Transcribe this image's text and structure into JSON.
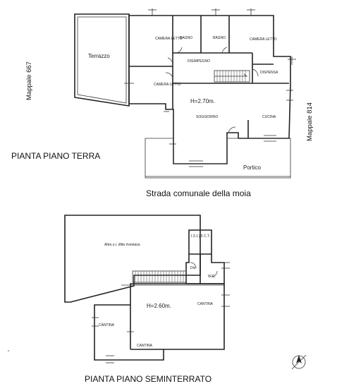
{
  "ground_floor": {
    "title": "PIANTA PIANO TERRA",
    "rooms": {
      "terrace": "Terrazzo",
      "bedroom_1": "CAMERA LETTO",
      "bathroom_1": "BAGNO",
      "bathroom_2": "BAGNO",
      "bedroom_2": "CAMERA LETTO",
      "hall": "DISIMPEGNO",
      "bedroom_3": "CAMERA LETTO",
      "pantry": "DISPENSA",
      "living": "SOGGIORNO",
      "kitchen": "CUCINA",
      "porch": "Portico"
    },
    "height": "H=2.70m.",
    "parcel_left": "Mappale 667",
    "parcel_right": "Mappale 814",
    "street": "Strada comunale della moia"
  },
  "basement": {
    "title": "PIANTA PIANO SEMINTERRATO",
    "rooms": {
      "other_unit": "Altra u.i. ditta rivestaza",
      "wc": "W.C.",
      "cellar_1": "CANTINA",
      "cellar_2": "CANTINA",
      "cellar_3": "CANTINA",
      "ct": "I.3.1 | 5 C.T.",
      "dis": "Dis"
    },
    "height": "H=2.60m."
  }
}
